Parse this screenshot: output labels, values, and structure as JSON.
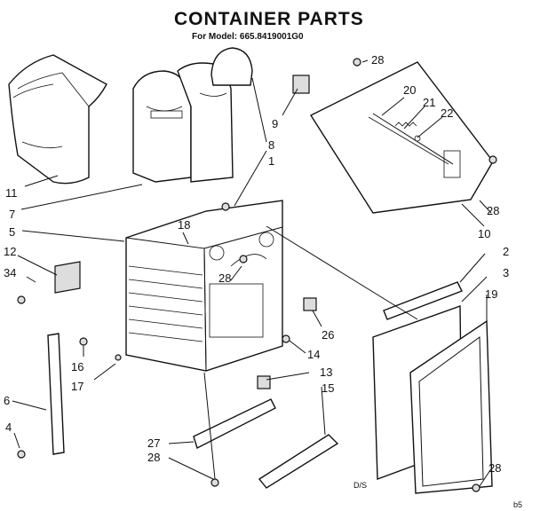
{
  "header": {
    "title": "CONTAINER PARTS",
    "subtitle": "For Model: 665.8419001G0"
  },
  "callouts": {
    "c1": "1",
    "c2": "2",
    "c3": "3",
    "c4": "4",
    "c5": "5",
    "c6": "6",
    "c7": "7",
    "c8": "8",
    "c9": "9",
    "c10": "10",
    "c11": "11",
    "c12": "12",
    "c13": "13",
    "c14": "14",
    "c15": "15",
    "c16": "16",
    "c17": "17",
    "c18": "18",
    "c19": "19",
    "c20": "20",
    "c21": "21",
    "c22": "22",
    "c26": "26",
    "c27": "27",
    "c28a": "28",
    "c28b": "28",
    "c28c": "28",
    "c28d": "28",
    "c28e": "28",
    "c34": "34"
  },
  "footer": {
    "ds": "D/S",
    "code": "b5"
  }
}
